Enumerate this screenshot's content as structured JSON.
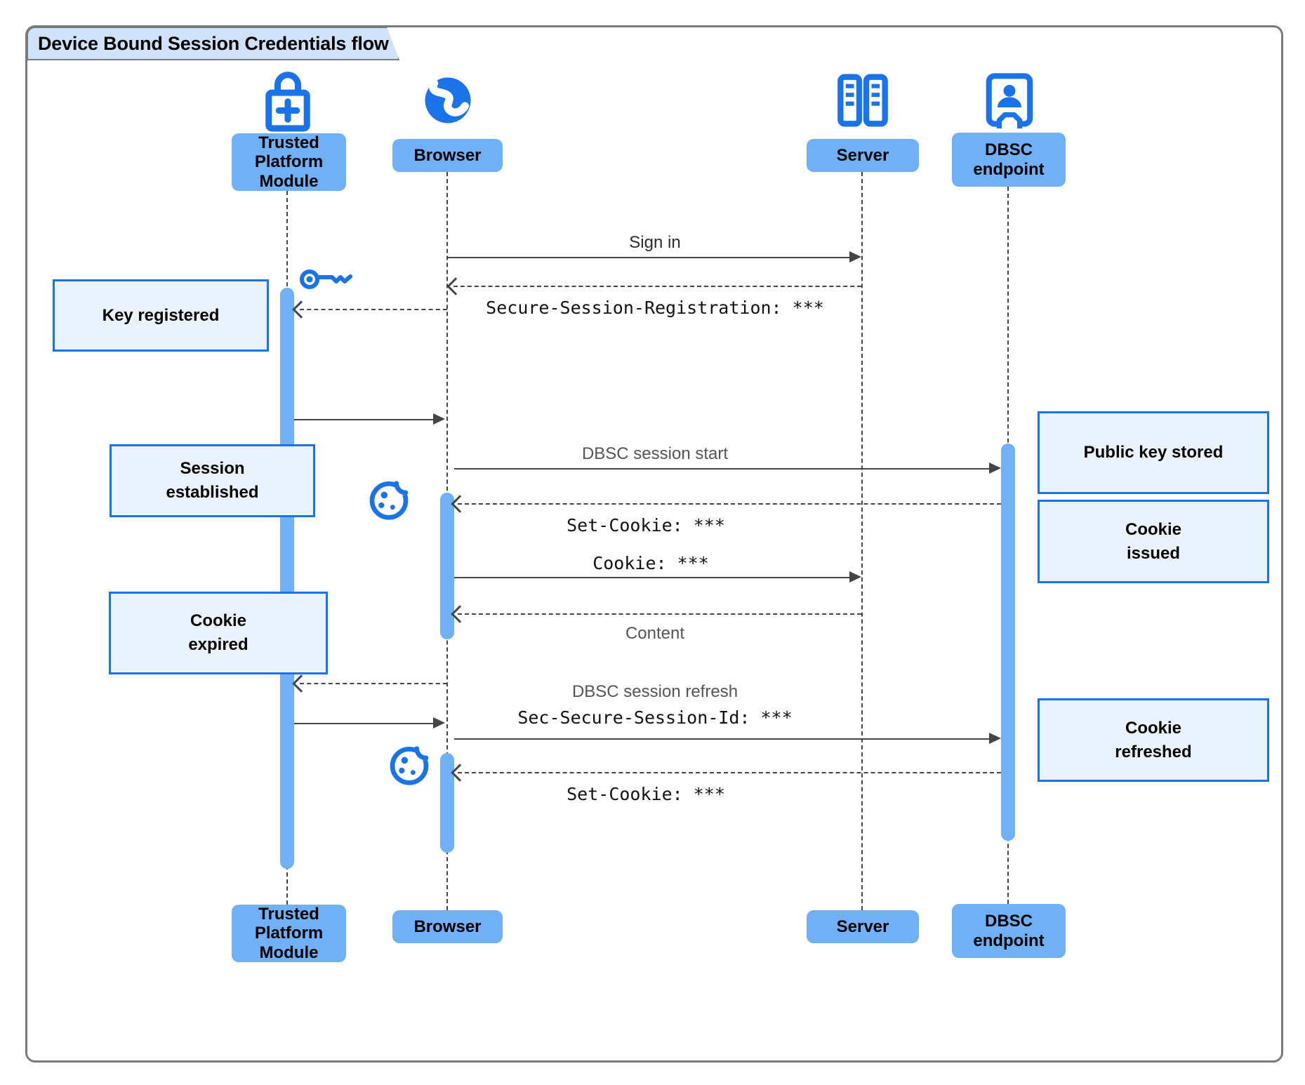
{
  "title": "Device Bound Session Credentials flow",
  "participants": {
    "tpm": {
      "label": "Trusted\nPlatform\nModule"
    },
    "browser": {
      "label": "Browser"
    },
    "server": {
      "label": "Server"
    },
    "dbsc": {
      "label": "DBSC\nendpoint"
    }
  },
  "messages": {
    "sign_in": "Sign in",
    "secure_session_registration": "Secure-Session-Registration: ***",
    "dbsc_session_start": "DBSC session start",
    "set_cookie_1": "Set-Cookie: ***",
    "cookie": "Cookie: ***",
    "content": "Content",
    "dbsc_session_refresh": "DBSC session refresh",
    "sec_secure_session_id": "Sec-Secure-Session-Id: ***",
    "set_cookie_2": "Set-Cookie: ***"
  },
  "notes": {
    "key_registered": "Key registered",
    "session_established": "Session\nestablished",
    "public_key_stored": "Public key stored",
    "cookie_issued": "Cookie\nissued",
    "cookie_expired": "Cookie\nexpired",
    "cookie_refreshed": "Cookie\nrefreshed"
  },
  "icons": {
    "tpm": "lock-plus-icon",
    "browser": "globe-icon",
    "server": "server-racks-icon",
    "dbsc": "badge-person-icon",
    "key": "key-icon",
    "cookie": "cookie-icon"
  },
  "colors": {
    "accent_blue": "#1a73e8",
    "participant_fill": "#6fb0f7",
    "activation_fill": "#6fb0f7",
    "note_fill": "#e9f2fd",
    "note_border": "#1a73e8",
    "title_tab_fill": "#cfe2fa",
    "line_color": "#454545"
  }
}
